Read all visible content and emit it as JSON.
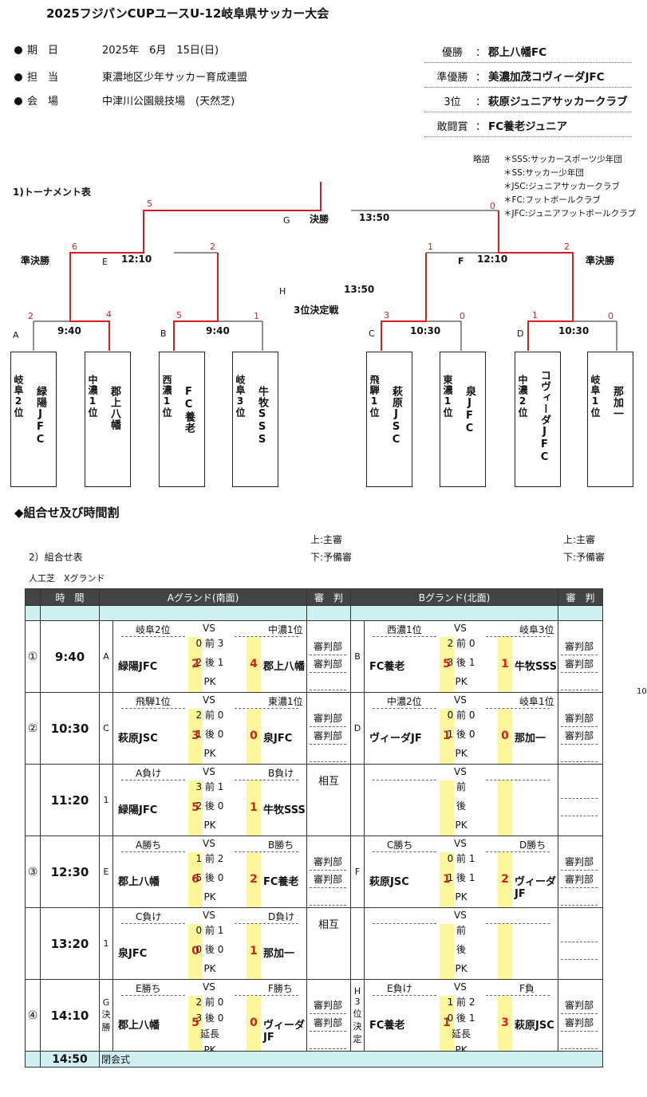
{
  "title": "2025フジパンCUPユースU-12岐阜県サッカー大会",
  "info": [
    {
      "label": "期　日",
      "value": "2025年　6月　15日(日)"
    },
    {
      "label": "担　当",
      "value": "東濃地区少年サッカー育成連盟"
    },
    {
      "label": "会　場",
      "value": "中津川公園競技場　(天然芝)"
    }
  ],
  "winners": [
    {
      "label": "優勝",
      "name": "郡上八幡FC"
    },
    {
      "label": "準優勝",
      "name": "美濃加茂コヴィーダJFC"
    },
    {
      "label": "3位",
      "name": "萩原ジュニアサッカークラブ"
    },
    {
      "label": "敢闘賞",
      "name": "FC養老ジュニア"
    }
  ],
  "abbr": {
    "label": "略語",
    "items": [
      "＊SSS:サッカースポーツ少年団",
      "＊SS:サッカー少年団",
      "＊JSC:ジュニアサッカークラブ",
      "＊FC:フットボールクラブ",
      "＊JFC:ジュニアフットボールクラブ"
    ]
  },
  "bracket": {
    "section": "1)トーナメント表",
    "final_label": "決勝",
    "final_letter": "G",
    "final_time": "13:50",
    "semi_label": "準決勝",
    "third_label": "3位決定戦",
    "third_letter": "H",
    "third_time": "13:50",
    "E_letter": "E",
    "E_time": "12:10",
    "F_letter": "F",
    "F_time": "12:10",
    "first_round": [
      {
        "letter": "A",
        "time": "9:40"
      },
      {
        "letter": "B",
        "time": "9:40"
      },
      {
        "letter": "C",
        "time": "10:30"
      },
      {
        "letter": "D",
        "time": "10:30"
      }
    ],
    "scores": {
      "g_left": "5",
      "g_right": "0",
      "e_left": "6",
      "e_right": "2",
      "f_left": "1",
      "f_right": "2",
      "a_left": "2",
      "a_right": "4",
      "b_left": "5",
      "b_right": "1",
      "c_left": "3",
      "c_right": "0",
      "d_left": "1",
      "d_right": "0"
    },
    "teams": [
      {
        "pref": "岐阜2位",
        "name": "緑陽JFC"
      },
      {
        "pref": "中濃1位",
        "name": "郡上八幡"
      },
      {
        "pref": "西濃1位",
        "name": "FC養老"
      },
      {
        "pref": "岐阜3位",
        "name": "牛牧SSS"
      },
      {
        "pref": "飛騨1位",
        "name": "萩原JSC"
      },
      {
        "pref": "東濃1位",
        "name": "泉JFC"
      },
      {
        "pref": "中濃2位",
        "name": "コヴィーダJFC"
      },
      {
        "pref": "岐阜1位",
        "name": "那加一"
      }
    ]
  },
  "schedule": {
    "section": "◆組合せ及び時間割",
    "sub": "2）組合せ表",
    "ground_note": "人工芝　Xグランド",
    "ref_note_left": [
      "上:主審",
      "下:予備審"
    ],
    "ref_note_right": [
      "上:主審",
      "下:予備審"
    ],
    "side_note": "10:",
    "headers": {
      "time": "時　間",
      "a": "Aグランド(南面)",
      "ref": "審　判",
      "b": "Bグランド(北面)",
      "ref2": "審　判"
    },
    "closing_time": "14:50",
    "closing_label": "閉会式"
  }
}
